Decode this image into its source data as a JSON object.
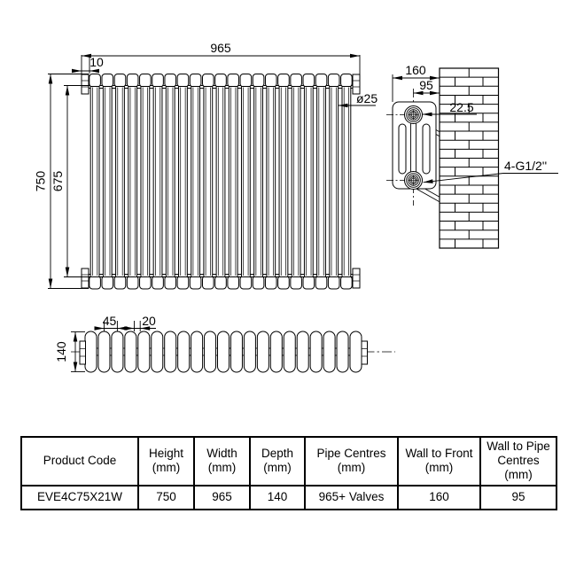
{
  "drawing": {
    "line_color": "#000000",
    "background_color": "#ffffff",
    "front_view": {
      "sections": 21,
      "overall_width": "965",
      "end_offset": "10",
      "overall_height": "750",
      "pipe_centres_height": "675",
      "column_diameter": "ø25"
    },
    "side_view": {
      "wall_to_front": "160",
      "wall_to_pipe": "95",
      "valve_offset": "22.5",
      "connections": "4-G1/2''"
    },
    "top_view": {
      "sections": 21,
      "section_pitch": "45",
      "hub_width": "20",
      "depth": "140"
    }
  },
  "table": {
    "headers": [
      {
        "lines": [
          "Product Code"
        ]
      },
      {
        "lines": [
          "Height",
          "(mm)"
        ]
      },
      {
        "lines": [
          "Width",
          "(mm)"
        ]
      },
      {
        "lines": [
          "Depth",
          "(mm)"
        ]
      },
      {
        "lines": [
          "Pipe Centres",
          "(mm)"
        ]
      },
      {
        "lines": [
          "Wall to Front",
          "(mm)"
        ]
      },
      {
        "lines": [
          "Wall to Pipe",
          "Centres",
          "(mm)"
        ]
      }
    ],
    "row": [
      "EVE4C75X21W",
      "750",
      "965",
      "140",
      "965+ Valves",
      "160",
      "95"
    ]
  }
}
